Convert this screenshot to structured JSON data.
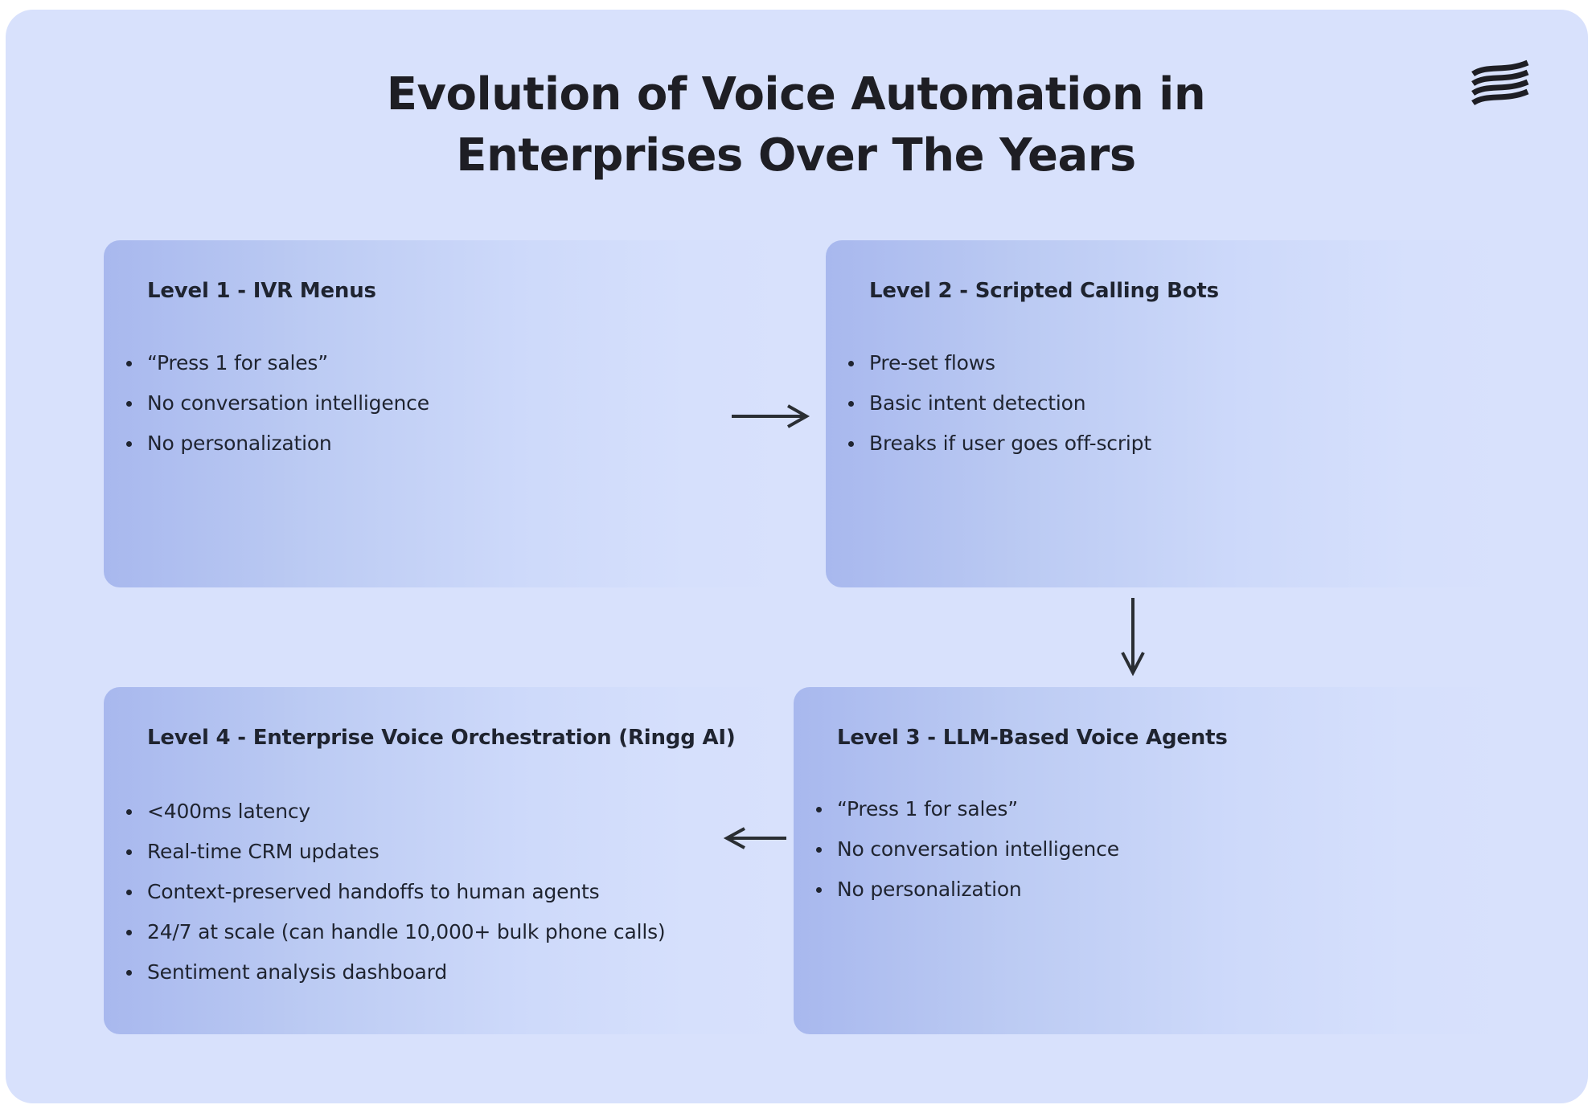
{
  "title": {
    "line1": "Evolution of Voice Automation in",
    "line2": "Enterprises Over The Years"
  },
  "logo": {
    "icon": "wave-stripes-logo-icon"
  },
  "colors": {
    "background": "#d8e1fc",
    "card_gradient_start": "#a8b8ee",
    "card_gradient_end": "#d8e1fc",
    "text": "#1f2430",
    "arrow": "#2a2e33"
  },
  "levels": [
    {
      "heading": "Level 1 - IVR Menus",
      "bullets": [
        "“Press 1 for sales”",
        "No conversation intelligence",
        "No personalization"
      ]
    },
    {
      "heading": "Level 2 - Scripted Calling Bots",
      "bullets": [
        "Pre-set flows",
        "Basic intent detection",
        "Breaks if user goes off-script"
      ]
    },
    {
      "heading": "Level 3 - LLM-Based Voice Agents",
      "bullets": [
        "“Press 1 for sales”",
        "No conversation intelligence",
        "No personalization"
      ]
    },
    {
      "heading": "Level 4 - Enterprise Voice Orchestration (Ringg AI)",
      "bullets": [
        "<400ms latency",
        "Real-time CRM updates",
        "Context-preserved handoffs to human agents",
        "24/7 at scale (can handle 10,000+ bulk phone calls)",
        "Sentiment analysis dashboard"
      ]
    }
  ],
  "flow": [
    {
      "from": "Level 1",
      "to": "Level 2",
      "direction": "right"
    },
    {
      "from": "Level 2",
      "to": "Level 3",
      "direction": "down"
    },
    {
      "from": "Level 3",
      "to": "Level 4",
      "direction": "left"
    }
  ]
}
